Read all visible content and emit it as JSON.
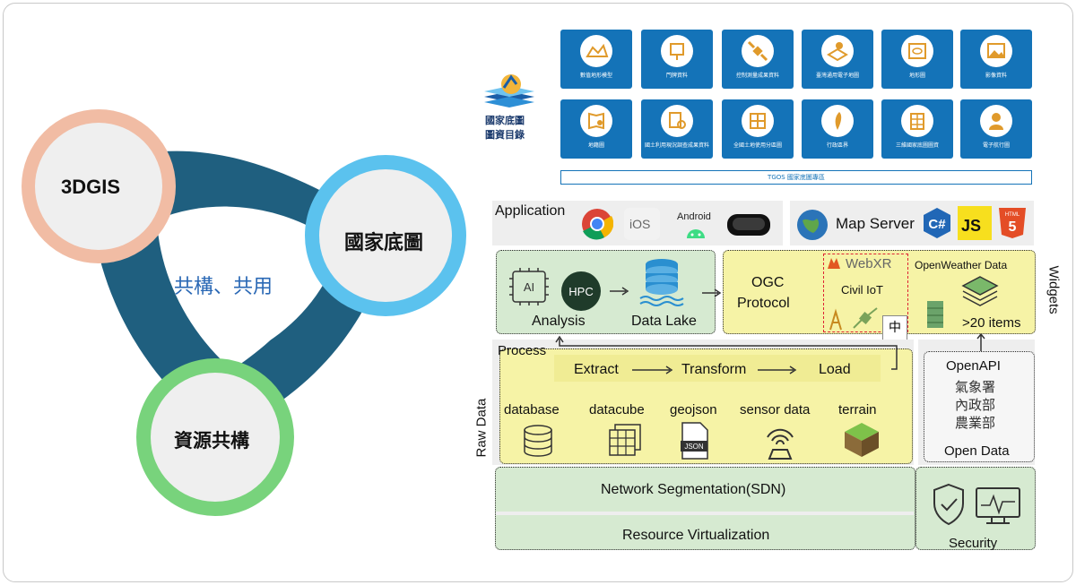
{
  "left_diagram": {
    "circles": [
      {
        "label": "3DGIS",
        "ring_color": "#f1bca4"
      },
      {
        "label": "國家底圖",
        "ring_color": "#5bc2ee"
      },
      {
        "label": "資源共構",
        "ring_color": "#78d37c"
      }
    ],
    "center_text": "共構、共用",
    "connector_color": "#1f5f7f"
  },
  "catalog": {
    "logo_text_line1": "國家底圖",
    "logo_text_line2": "圖資目錄",
    "tiles": [
      {
        "label": "數值地形模型",
        "icon": "terrain-model-icon"
      },
      {
        "label": "門牌資料",
        "icon": "doorplate-icon"
      },
      {
        "label": "控制測量成果資料",
        "icon": "satellite-icon"
      },
      {
        "label": "臺灣通用電子地圖",
        "icon": "e-map-icon"
      },
      {
        "label": "地形圖",
        "icon": "topographic-map-icon"
      },
      {
        "label": "影像資料",
        "icon": "image-icon"
      },
      {
        "label": "地籍圖",
        "icon": "cadastral-map-icon"
      },
      {
        "label": "國土利用現況調查成果資料",
        "icon": "land-use-icon"
      },
      {
        "label": "全國土地使用分區圖",
        "icon": "zoning-map-icon"
      },
      {
        "label": "行政區界",
        "icon": "taiwan-boundary-icon"
      },
      {
        "label": "三維國家底圖圖資",
        "icon": "3d-building-icon"
      },
      {
        "label": "電子航行圖",
        "icon": "navigator-icon"
      }
    ],
    "tgos_label": "TGOS 國家底圖專區",
    "accent": "#1473b8"
  },
  "architecture": {
    "application": {
      "label": "Application",
      "icons": [
        "chrome-icon",
        "ios-icon",
        "android-icon",
        "vr-headset-icon"
      ],
      "ios_text": "iOS",
      "android_text": "Android"
    },
    "map_server": {
      "label": "Map Server",
      "csharp": "C#",
      "js": "JS",
      "html": "HTML"
    },
    "analysis_box": {
      "ai": "AI",
      "hpc": "HPC",
      "analysis": "Analysis",
      "data_lake": "Data Lake"
    },
    "ogc_box": {
      "ogc": "OGC",
      "protocol": "Protocol",
      "webxr": "WebXR",
      "civil_iot": "Civil IoT",
      "openweather": "OpenWeather Data",
      "items": ">20 items",
      "badge": "中"
    },
    "widgets_label": "Widgets",
    "process": {
      "label": "Process",
      "steps": [
        "Extract",
        "Transform",
        "Load"
      ],
      "sources": [
        "database",
        "datacube",
        "geojson",
        "sensor data",
        "terrain"
      ],
      "json_text": "JSON"
    },
    "raw_data_label": "Raw Data",
    "open_data": {
      "openapi": "OpenAPI",
      "agencies": [
        "氣象署",
        "內政部",
        "農業部"
      ],
      "label": "Open Data"
    },
    "infrastructure": {
      "sdn": "Network Segmentation(SDN)",
      "virtualization": "Resource Virtualization",
      "security": "Security"
    },
    "colors": {
      "green": "#d6ead1",
      "yellow": "#f6f3a6",
      "gray": "#eeeeee"
    }
  }
}
